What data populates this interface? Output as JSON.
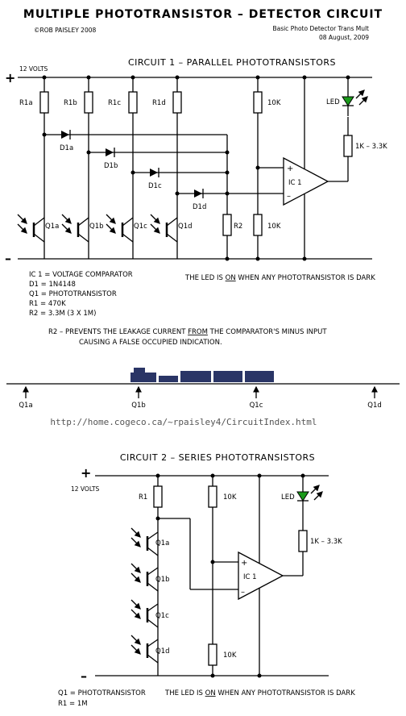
{
  "header": {
    "title": "MULTIPLE  PHOTOTRANSISTOR  –  DETECTOR CIRCUIT",
    "author": "©ROB PAISLEY 2008",
    "subtitle": "Basic Photo Detector Trans Mult",
    "date": "08 August, 2009"
  },
  "circuit1": {
    "title": "CIRCUIT 1 – PARALLEL PHOTOTRANSISTORS",
    "supply_label": "12 VOLTS",
    "plus": "+",
    "minus": "–",
    "resistors": [
      "R1a",
      "R1b",
      "R1c",
      "R1d"
    ],
    "diodes": [
      "D1a",
      "D1b",
      "D1c",
      "D1d"
    ],
    "transistors": [
      "Q1a",
      "Q1b",
      "Q1c",
      "Q1d"
    ],
    "r_top": "10K",
    "r_bottom": "10K",
    "r2": "R2",
    "led": "LED",
    "led_resistor": "1K – 3.3K",
    "ic": "IC 1",
    "ic_plus": "+",
    "ic_minus": "–",
    "legend": [
      "IC 1 = VOLTAGE COMPARATOR",
      "D1 = 1N4148",
      "Q1 = PHOTOTRANSISTOR",
      "R1 = 470K",
      "R2 = 3.3M (3 X 1M)"
    ],
    "led_note_pre": "THE LED IS ",
    "led_note_on": "ON",
    "led_note_post": " WHEN ANY PHOTOTRANSISTOR IS DARK",
    "r2_note_1_pre": "R2 – PREVENTS THE LEAKAGE CURRENT ",
    "r2_note_1_from": "FROM",
    "r2_note_1_post": " THE COMPARATOR'S MINUS INPUT",
    "r2_note_2": "CAUSING A FALSE OCCUPIED INDICATION."
  },
  "track": {
    "labels": [
      "Q1a",
      "Q1b",
      "Q1c",
      "Q1d"
    ]
  },
  "url": "http://home.cogeco.ca/~rpaisley4/CircuitIndex.html",
  "circuit2": {
    "title": "CIRCUIT 2 – SERIES PHOTOTRANSISTORS",
    "supply_label": "12 VOLTS",
    "plus": "+",
    "minus": "–",
    "r1": "R1",
    "r_top": "10K",
    "r_bottom": "10K",
    "led": "LED",
    "led_resistor": "1K – 3.3K",
    "ic": "IC 1",
    "ic_plus": "+",
    "ic_minus": "–",
    "transistors": [
      "Q1a",
      "Q1b",
      "Q1c",
      "Q1d"
    ],
    "legend": [
      "Q1 = PHOTOTRANSISTOR",
      "R1 = 1M"
    ],
    "led_note_pre": "THE LED IS ",
    "led_note_on": "ON",
    "led_note_post": " WHEN ANY PHOTOTRANSISTOR IS DARK"
  },
  "colors": {
    "led": "#1a9a1a",
    "train": "#2a3566",
    "ink": "#000000",
    "url": "#555555"
  }
}
